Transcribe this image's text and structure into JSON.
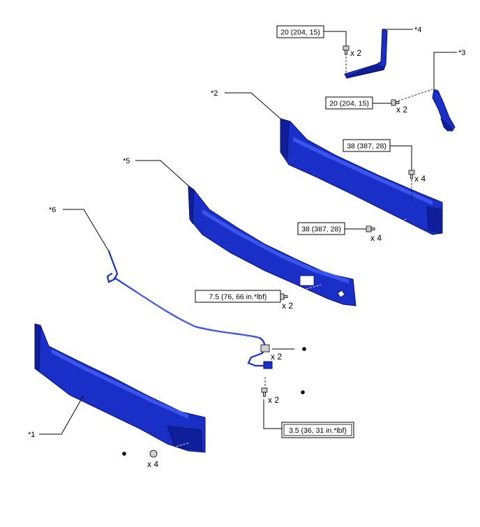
{
  "callouts": {
    "c1": "*1",
    "c2": "*2",
    "c3": "*3",
    "c4": "*4",
    "c5": "*5",
    "c6": "*6"
  },
  "torques": {
    "t_part4": "20 (204, 15)",
    "t_part3": "20 (204, 15)",
    "t_part2_top": "38 (387, 28)",
    "t_part2_side": "38 (387, 28)",
    "t_part5": "7.5 (76, 66 in.*lbf)",
    "t_sensor": "3.5 (36, 31 in.*lbf)"
  },
  "quantities": {
    "q_part4": "x 2",
    "q_part3": "x 2",
    "q_part2_top": "x 4",
    "q_part2_side": "x 4",
    "q_part5": "x 2",
    "q_sensor_nut": "x 2",
    "q_sensor_bolt": "x 2",
    "q_part1": "x 4"
  },
  "icons": [
    "bolt-icon",
    "nut-icon",
    "clip-icon",
    "non-reusable-dot-icon"
  ],
  "colors": {
    "part_blue": "#1a2fc8",
    "part_dark": "#0f1f9c",
    "line": "#000000"
  }
}
